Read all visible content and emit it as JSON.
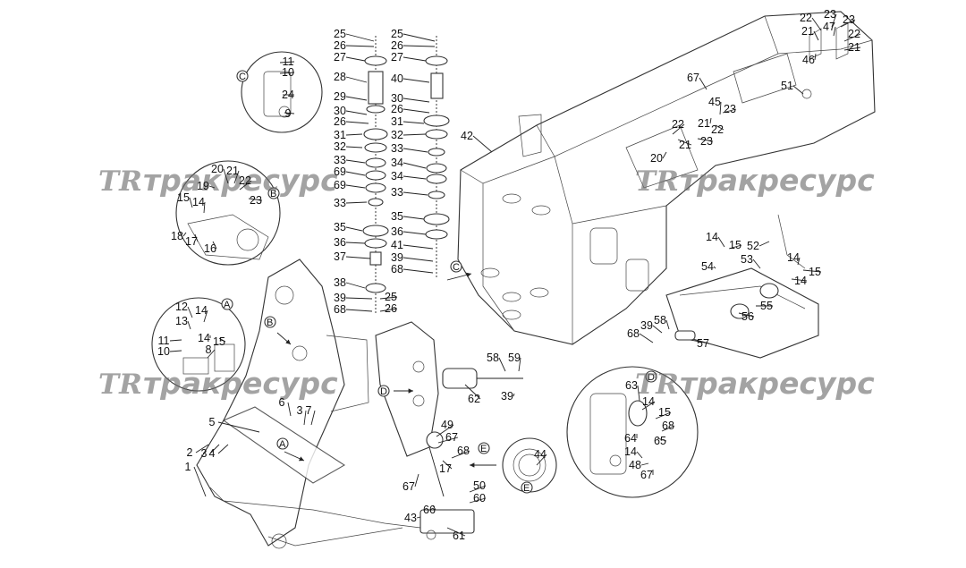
{
  "watermark": {
    "logo": "TR",
    "text": "тракресурс"
  },
  "detail_views": [
    {
      "id": "A",
      "letter": "A"
    },
    {
      "id": "B",
      "letter": "B"
    },
    {
      "id": "C",
      "letter": "C"
    },
    {
      "id": "D",
      "letter": "D"
    },
    {
      "id": "E",
      "letter": "E"
    }
  ],
  "labels": [
    "25",
    "26",
    "27",
    "28",
    "29",
    "30",
    "26",
    "31",
    "32",
    "33",
    "69",
    "69",
    "33",
    "35",
    "36",
    "37",
    "38",
    "39",
    "68",
    "25",
    "26",
    "25",
    "26",
    "27",
    "40",
    "30",
    "26",
    "31",
    "32",
    "33",
    "34",
    "34",
    "33",
    "35",
    "36",
    "41",
    "39",
    "68",
    "22",
    "23",
    "21",
    "47",
    "23",
    "22",
    "21",
    "46",
    "51",
    "67",
    "45",
    "21",
    "23",
    "22",
    "22",
    "21",
    "23",
    "20",
    "42",
    "11",
    "10",
    "24",
    "9",
    "20",
    "21",
    "22",
    "19",
    "15",
    "14",
    "23",
    "18",
    "17",
    "16",
    "12",
    "14",
    "13",
    "11",
    "14",
    "15",
    "10",
    "8",
    "6",
    "3",
    "7",
    "5",
    "2",
    "3",
    "4",
    "1",
    "14",
    "15",
    "52",
    "53",
    "54",
    "14",
    "15",
    "14",
    "55",
    "56",
    "68",
    "39",
    "58",
    "57",
    "58",
    "59",
    "39",
    "62",
    "49",
    "67",
    "68",
    "17",
    "67",
    "50",
    "60",
    "43",
    "66",
    "61",
    "44",
    "63",
    "14",
    "15",
    "68",
    "64",
    "65",
    "14",
    "48",
    "67"
  ]
}
